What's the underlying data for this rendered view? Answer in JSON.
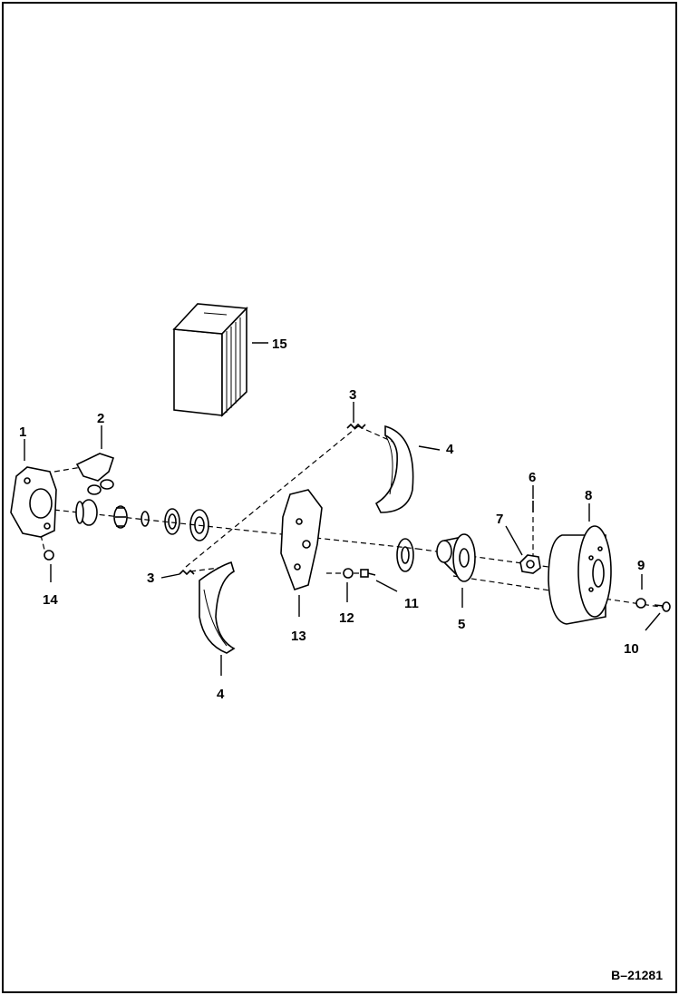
{
  "diagram": {
    "figure_id": "B–21281",
    "callouts": {
      "c1": "1",
      "c2": "2",
      "c3a": "3",
      "c3b": "3",
      "c4a": "4",
      "c4b": "4",
      "c5": "5",
      "c6": "6",
      "c7": "7",
      "c8": "8",
      "c9": "9",
      "c10": "10",
      "c11": "11",
      "c12": "12",
      "c13": "13",
      "c14": "14",
      "c15": "15"
    }
  }
}
